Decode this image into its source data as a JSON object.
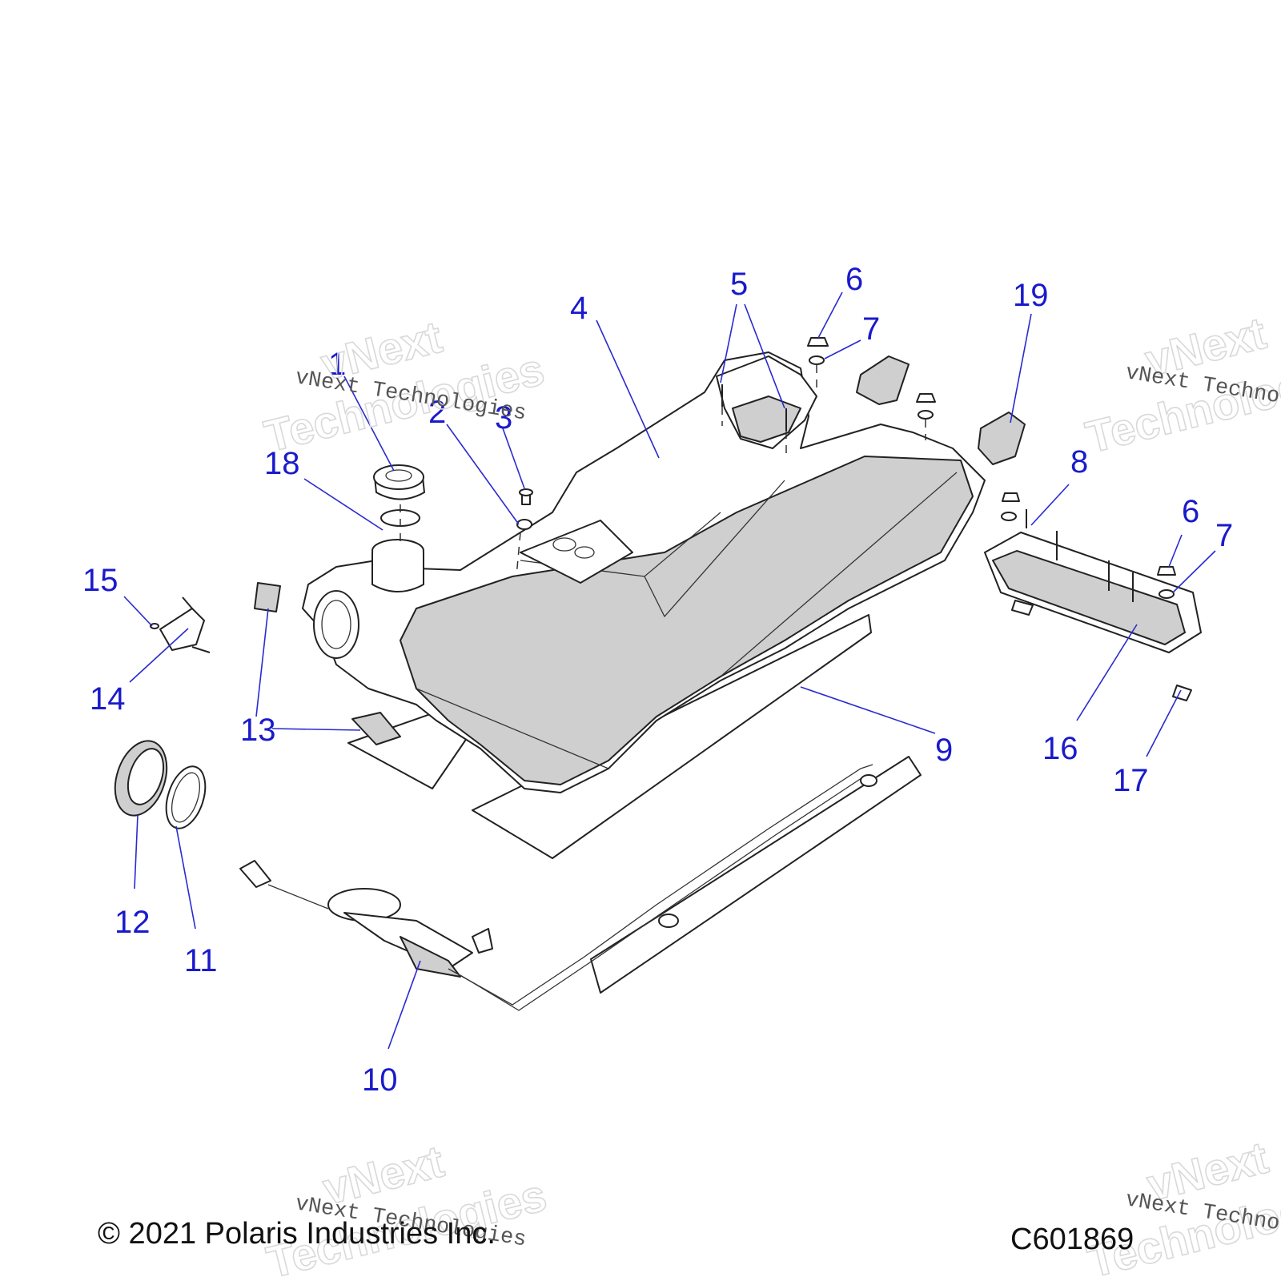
{
  "watermark": {
    "brand_top": "vNext",
    "brand_bottom": "Technologies",
    "caption": "vNext Technologies"
  },
  "callouts": [
    {
      "id": "1",
      "label": "1"
    },
    {
      "id": "2",
      "label": "2"
    },
    {
      "id": "3",
      "label": "3"
    },
    {
      "id": "4",
      "label": "4"
    },
    {
      "id": "5",
      "label": "5"
    },
    {
      "id": "6a",
      "label": "6"
    },
    {
      "id": "7a",
      "label": "7"
    },
    {
      "id": "19",
      "label": "19"
    },
    {
      "id": "18",
      "label": "18"
    },
    {
      "id": "8",
      "label": "8"
    },
    {
      "id": "6b",
      "label": "6"
    },
    {
      "id": "7b",
      "label": "7"
    },
    {
      "id": "15",
      "label": "15"
    },
    {
      "id": "14",
      "label": "14"
    },
    {
      "id": "13a",
      "label": "13"
    },
    {
      "id": "13b",
      "label": "13"
    },
    {
      "id": "9",
      "label": "9"
    },
    {
      "id": "16",
      "label": "16"
    },
    {
      "id": "17",
      "label": "17"
    },
    {
      "id": "12",
      "label": "12"
    },
    {
      "id": "11",
      "label": "11"
    },
    {
      "id": "10",
      "label": "10"
    }
  ],
  "footer": {
    "copyright": "© 2021 Polaris Industries Inc.",
    "figure_id": "C601869"
  }
}
